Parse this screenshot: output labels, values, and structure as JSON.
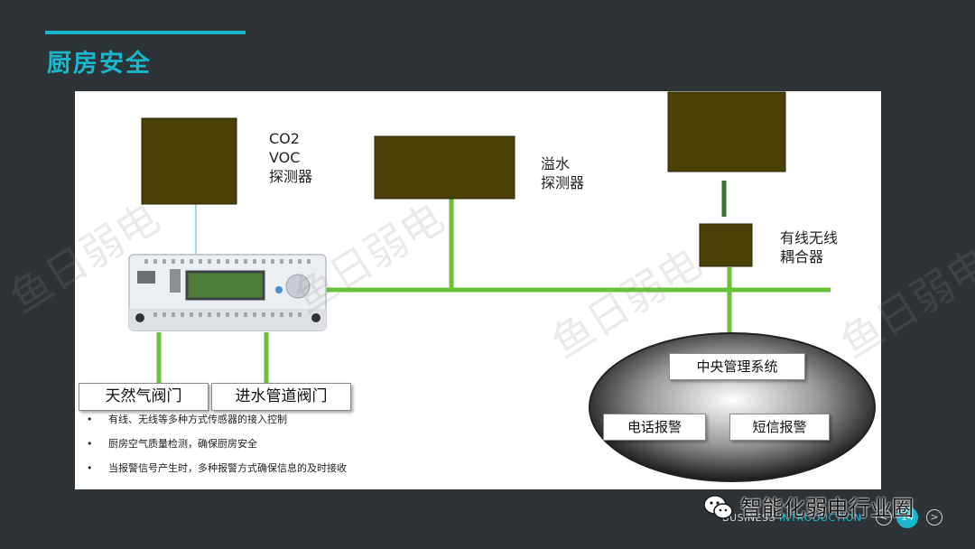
{
  "title": "厨房安全",
  "labels": {
    "co2": [
      "CO2",
      "VOC",
      "探测器"
    ],
    "overflow": [
      "溢水",
      "探测器"
    ],
    "coupler": [
      "有线无线",
      "耦合器"
    ],
    "gas_valve": "天然气阀门",
    "water_valve": "进水管道阀门",
    "central": "中央管理系统",
    "phone_alarm": "电话报警",
    "sms_alarm": "短信报警"
  },
  "bullets": [
    "有线、无线等多种方式传感器的接入控制",
    "厨房空气质量检测，确保厨房安全",
    "当报警信号产生时，多种报警方式确保信息的及时接收"
  ],
  "footer": {
    "business": "BUSINESS",
    "introduction": "INTRODUCTION",
    "page": "14",
    "prev": "<",
    "next": ">",
    "wechat": "智能化弱电行业圈"
  },
  "watermark": "鱼日弱电",
  "colors": {
    "accent": "#19b6cc",
    "background": "#2e3338",
    "device": "#4a4109",
    "line": "#6ac13a"
  },
  "icons": [
    "wechat-icon",
    "prev-arrow-icon",
    "next-arrow-icon"
  ]
}
